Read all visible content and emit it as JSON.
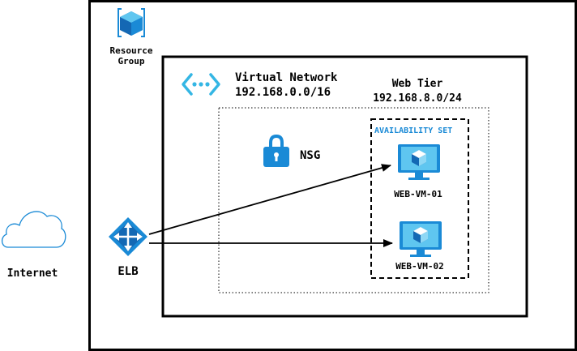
{
  "resource_group": {
    "label_line1": "Resource",
    "label_line2": "Group",
    "icon": "resource-group-cube-icon"
  },
  "virtual_network": {
    "title": "Virtual Network",
    "cidr": "192.168.0.0/16",
    "icon": "vnet-icon"
  },
  "web_tier": {
    "title": "Web Tier",
    "cidr": "192.168.8.0/24"
  },
  "nsg": {
    "label": "NSG",
    "icon": "lock-icon"
  },
  "availability_set": {
    "label": "AVAILABILITY SET"
  },
  "vms": [
    {
      "label": "WEB-VM-01",
      "icon": "vm-monitor-icon"
    },
    {
      "label": "WEB-VM-02",
      "icon": "vm-monitor-icon"
    }
  ],
  "elb": {
    "label": "ELB",
    "icon": "load-balancer-icon"
  },
  "internet": {
    "label": "Internet",
    "icon": "cloud-icon"
  },
  "colors": {
    "azure_blue": "#1a8ad6",
    "azure_dark": "#1468b4",
    "teal": "#34b6e4",
    "availability_text": "#1a8ad6"
  }
}
